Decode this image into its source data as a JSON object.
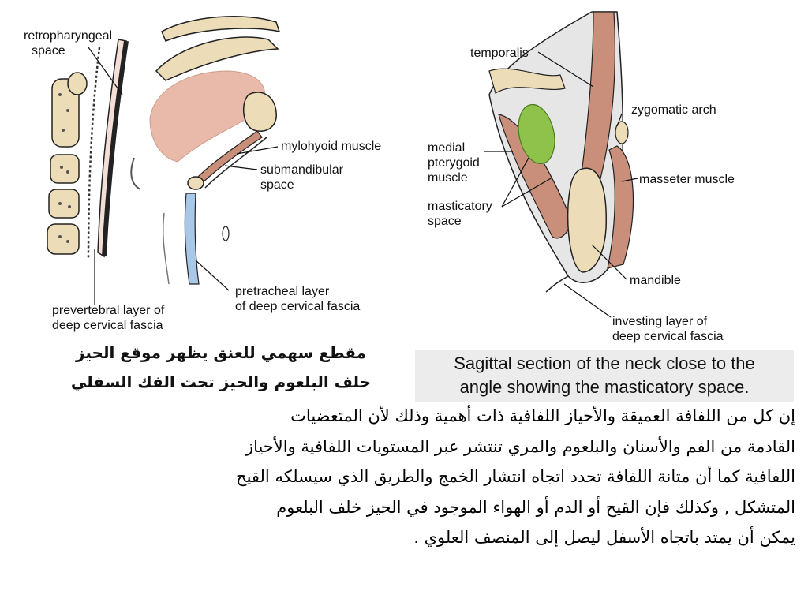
{
  "left_figure": {
    "labels": {
      "retropharyngeal": "retropharyngeal",
      "retropharyngeal_2": "space",
      "mylohyoid": "mylohyoid muscle",
      "submandibular": "submandibular",
      "submandibular_2": "space",
      "pretracheal": "pretracheal layer",
      "pretracheal_2": "of deep cervical fascia",
      "prevertebral": "prevertebral layer of",
      "prevertebral_2": "deep cervical fascia"
    },
    "arabic_caption": [
      "مقطع سهمي للعنق يظهر موقع الحيز",
      "خلف البلعوم والحيز تحت الفك السفلي"
    ]
  },
  "right_figure": {
    "labels": {
      "temporalis": "temporalis",
      "zygomatic": "zygomatic arch",
      "medial": "medial",
      "medial_2": "pterygoid",
      "medial_3": "muscle",
      "masseter": "masseter muscle",
      "masticatory": "masticatory",
      "masticatory_2": "space",
      "mandible": "mandible",
      "investing": "investing layer of",
      "investing_2": "deep cervical fascia"
    },
    "english_caption": [
      "Sagittal section of the neck close to the",
      "angle showing the masticatory space."
    ]
  },
  "paragraph": [
    "إن كل من اللفافة العميقة والأحياز اللفافية ذات أهمية وذلك لأن المتعضيات",
    "القادمة من الفم والأسنان والبلعوم والمري تنتشر عبر المستويات اللفافية والأحياز",
    "اللفافية كما أن متانة اللفافة تحدد اتجاه انتشار الخمج والطريق الذي سيسلكه القيح",
    "المتشكل , وكذلك فإن القيح أو الدم أو الهواء الموجود في الحيز خلف البلعوم",
    "يمكن أن يمتد باتجاه الأسفل ليصل إلى المنصف العلوي ."
  ],
  "colors": {
    "bone": "#ecdcb8",
    "muscle": "#c98f7a",
    "space": "#e6e6e6",
    "green": "#8fc24a",
    "blue": "#a9c8e8",
    "pink": "#e9b9a9"
  }
}
